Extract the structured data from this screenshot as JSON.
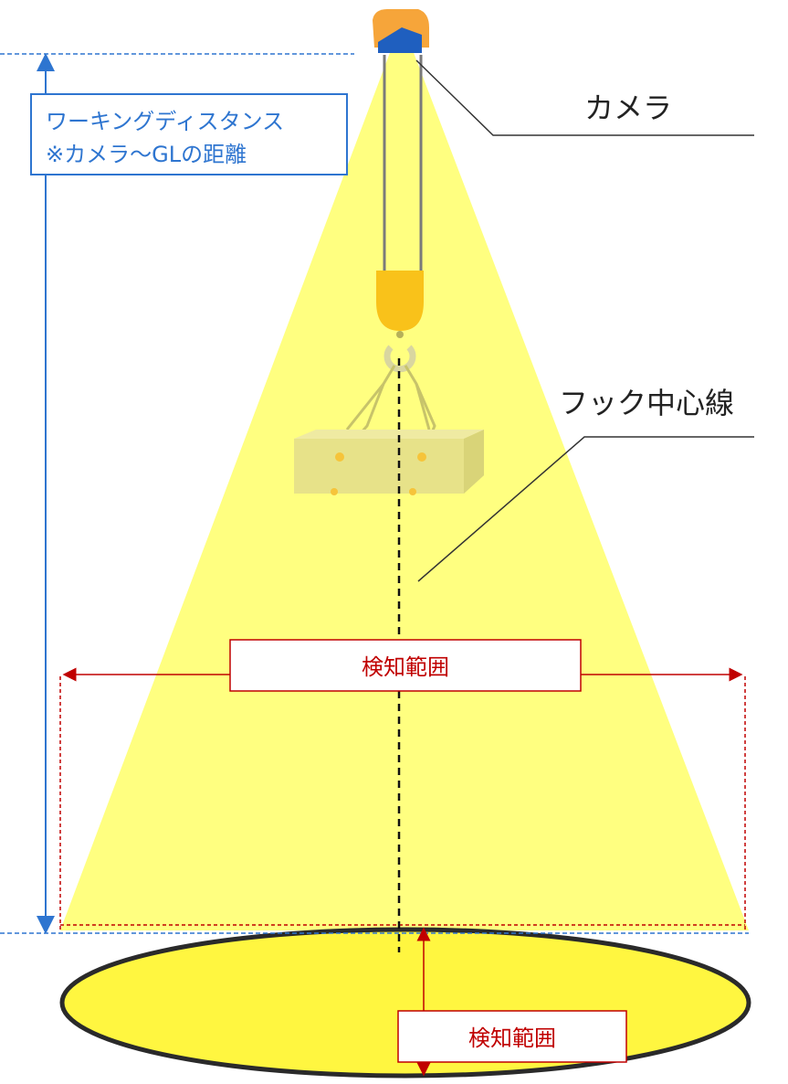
{
  "labels": {
    "working_distance_line1": "ワーキングディスタンス",
    "working_distance_line2": "※カメラ～GLの距離",
    "camera": "カメラ",
    "hook_center_line": "フック中心線",
    "detection_range_horizontal": "検知範囲",
    "detection_range_vertical": "検知範囲"
  },
  "colors": {
    "beam_yellow": "#ffff80",
    "ellipse_yellow": "#fff640",
    "blue_accent": "#2e75d0",
    "red_accent": "#c00000",
    "camera_orange": "#f6a53a",
    "camera_blue": "#1f5fbf",
    "hook_orange": "#f9c21a"
  },
  "icons": {
    "camera": "camera-icon",
    "hook": "crane-hook-icon",
    "load": "suspended-load-icon"
  }
}
